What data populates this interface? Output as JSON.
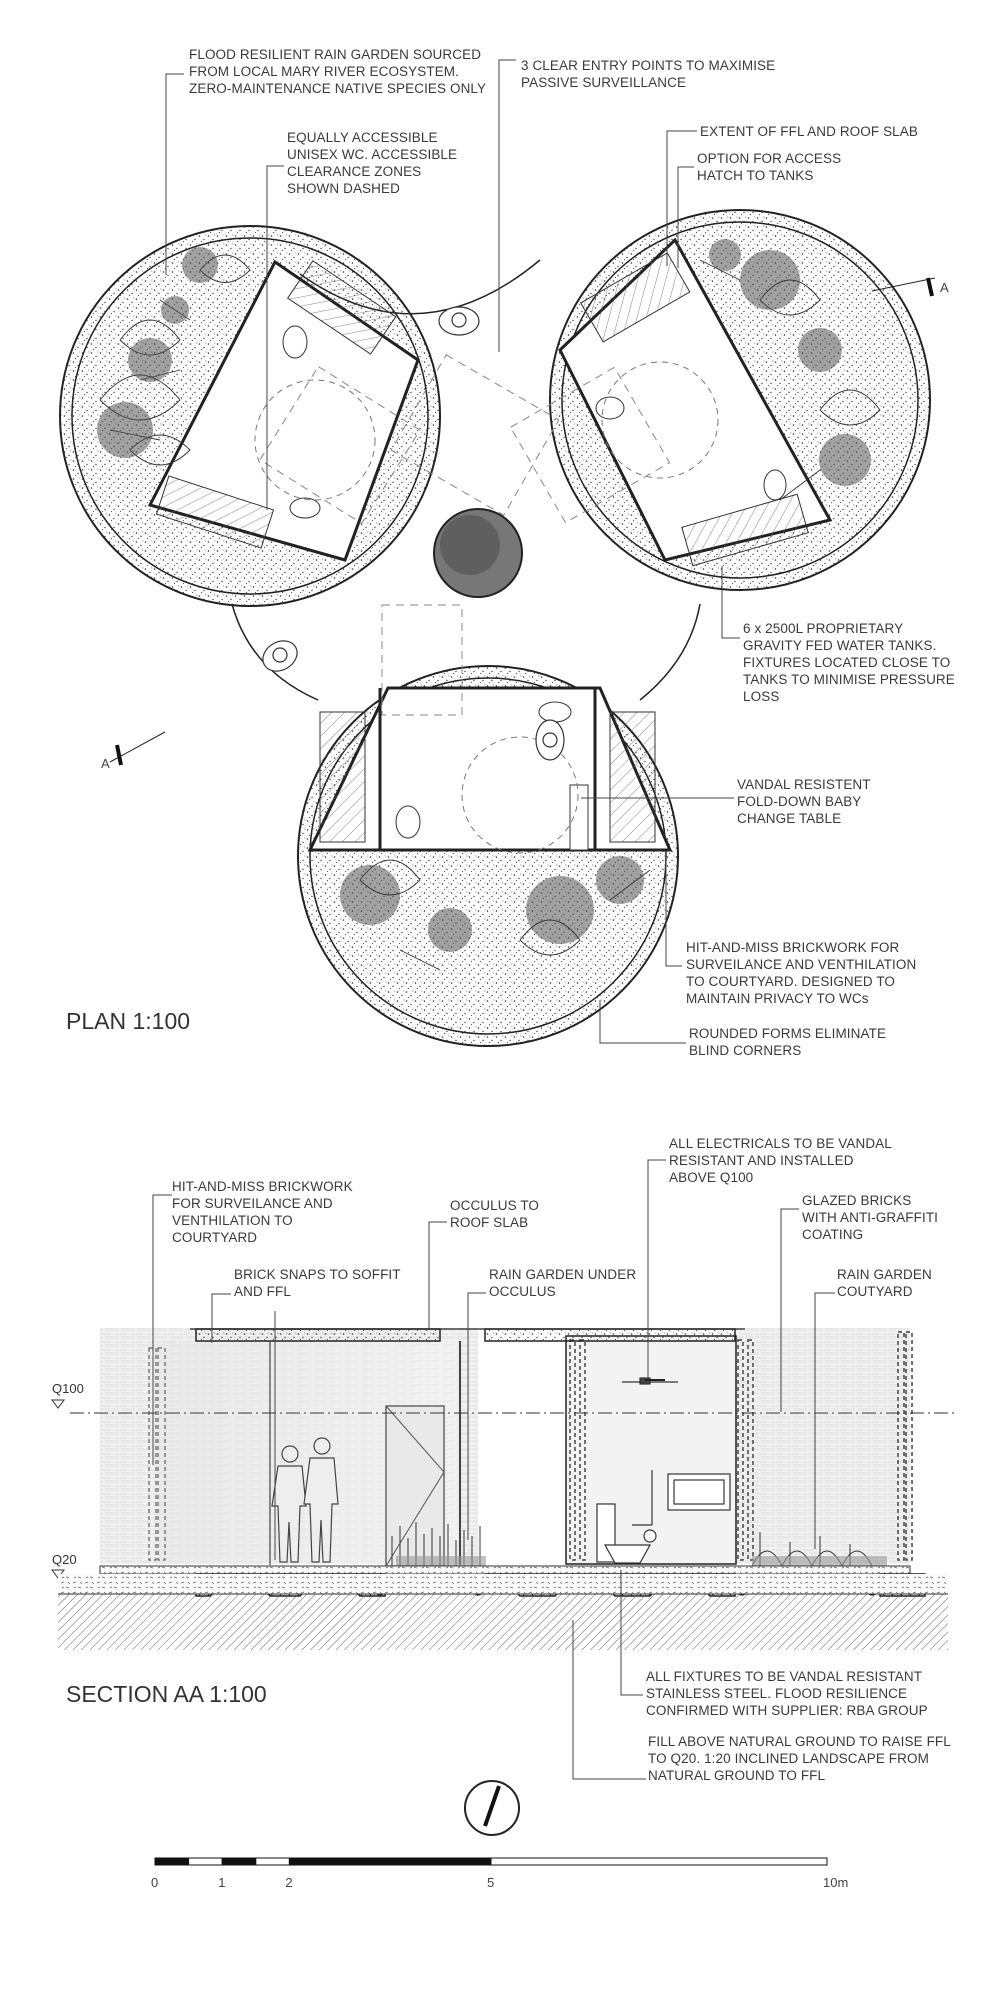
{
  "plan": {
    "title": "PLAN 1:100",
    "section_mark": "A",
    "notes": [
      {
        "lines": [
          "FLOOD RESILIENT RAIN GARDEN SOURCED",
          "FROM LOCAL MARY RIVER ECOSYSTEM.",
          "ZERO-MAINTENANCE NATIVE SPECIES ONLY"
        ]
      },
      {
        "lines": [
          "3 CLEAR ENTRY POINTS TO MAXIMISE",
          "PASSIVE SURVEILLANCE"
        ]
      },
      {
        "lines": [
          "EQUALLY ACCESSIBLE",
          "UNISEX WC. ACCESSIBLE",
          "CLEARANCE ZONES",
          "SHOWN DASHED"
        ]
      },
      {
        "lines": [
          "EXTENT OF FFL AND ROOF SLAB"
        ]
      },
      {
        "lines": [
          "OPTION FOR ACCESS",
          "HATCH TO TANKS"
        ]
      },
      {
        "lines": [
          "6 x 2500L PROPRIETARY",
          "GRAVITY FED WATER TANKS.",
          "FIXTURES LOCATED CLOSE TO",
          "TANKS TO MINIMISE PRESSURE",
          "LOSS"
        ]
      },
      {
        "lines": [
          "VANDAL RESISTENT",
          "FOLD-DOWN BABY",
          "CHANGE TABLE"
        ]
      },
      {
        "lines": [
          "HIT-AND-MISS BRICKWORK FOR",
          "SURVEILANCE AND VENTHILATION",
          "TO COURTYARD. DESIGNED TO",
          "MAINTAIN PRIVACY TO WCs"
        ]
      },
      {
        "lines": [
          "ROUNDED FORMS ELIMINATE",
          "BLIND CORNERS"
        ]
      }
    ]
  },
  "section": {
    "title": "SECTION AA 1:100",
    "level_top": "Q100",
    "level_bottom": "Q20",
    "notes": [
      {
        "lines": [
          "HIT-AND-MISS BRICKWORK",
          "FOR SURVEILANCE AND",
          "VENTHILATION TO",
          "COURTYARD"
        ]
      },
      {
        "lines": [
          "OCCULUS TO",
          "ROOF SLAB"
        ]
      },
      {
        "lines": [
          "ALL ELECTRICALS TO BE VANDAL",
          "RESISTANT AND INSTALLED",
          "ABOVE Q100"
        ]
      },
      {
        "lines": [
          "GLAZED BRICKS",
          "WITH ANTI-GRAFFITI",
          "COATING"
        ]
      },
      {
        "lines": [
          "BRICK SNAPS TO SOFFIT",
          "AND FFL"
        ]
      },
      {
        "lines": [
          "RAIN GARDEN UNDER",
          "OCCULUS"
        ]
      },
      {
        "lines": [
          "RAIN GARDEN",
          "COUTYARD"
        ]
      },
      {
        "lines": [
          "ALL FIXTURES TO BE VANDAL RESISTANT",
          "STAINLESS STEEL. FLOOD RESILIENCE",
          "CONFIRMED WITH SUPPLIER: RBA GROUP"
        ]
      },
      {
        "lines": [
          "FILL ABOVE NATURAL GROUND TO RAISE FFL",
          "TO Q20. 1:20 INCLINED LANDSCAPE FROM",
          "NATURAL GROUND TO FFL"
        ]
      }
    ]
  },
  "scale_bar": {
    "ticks": [
      {
        "label": "0",
        "value": 0
      },
      {
        "label": "1",
        "value": 1
      },
      {
        "label": "2",
        "value": 2
      },
      {
        "label": "5",
        "value": 5
      },
      {
        "label": "10m",
        "value": 10
      }
    ]
  }
}
